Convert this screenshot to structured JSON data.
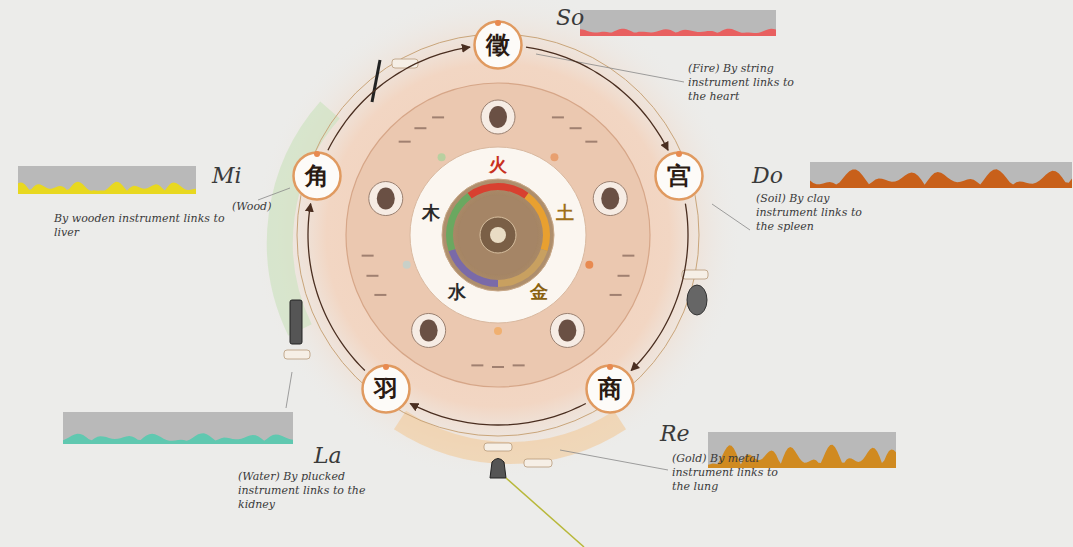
{
  "diagram": {
    "nodes": [
      {
        "text": [
          "徵"
        ]
      },
      {
        "text": [
          "宫"
        ]
      },
      {
        "text": [
          "商"
        ]
      },
      {
        "text": [
          "羽"
        ]
      },
      {
        "text": [
          "角"
        ]
      }
    ],
    "edges": [
      {
        "from": 0,
        "to": 1,
        "arrow": "to"
      },
      {
        "from": 1,
        "to": 2,
        "arrow": "to"
      },
      {
        "from": 2,
        "to": 3,
        "arrow": "to"
      },
      {
        "from": 3,
        "to": 4,
        "arrow": "to"
      },
      {
        "from": 4,
        "to": 0,
        "arrow": "to"
      }
    ],
    "labels": [
      "So",
      "(Fire) By string instrument links to the heart",
      "Do",
      "(Soil) By clay instrument links to the spleen",
      "Re",
      "(Gold) By metal instrument links to the lung",
      "La",
      "(Water) By plucked instrument links to the kidney",
      "Mi",
      "(Wood)",
      "By wooden instrument links to liver",
      "火",
      "土",
      "金",
      "水",
      "木"
    ]
  }
}
